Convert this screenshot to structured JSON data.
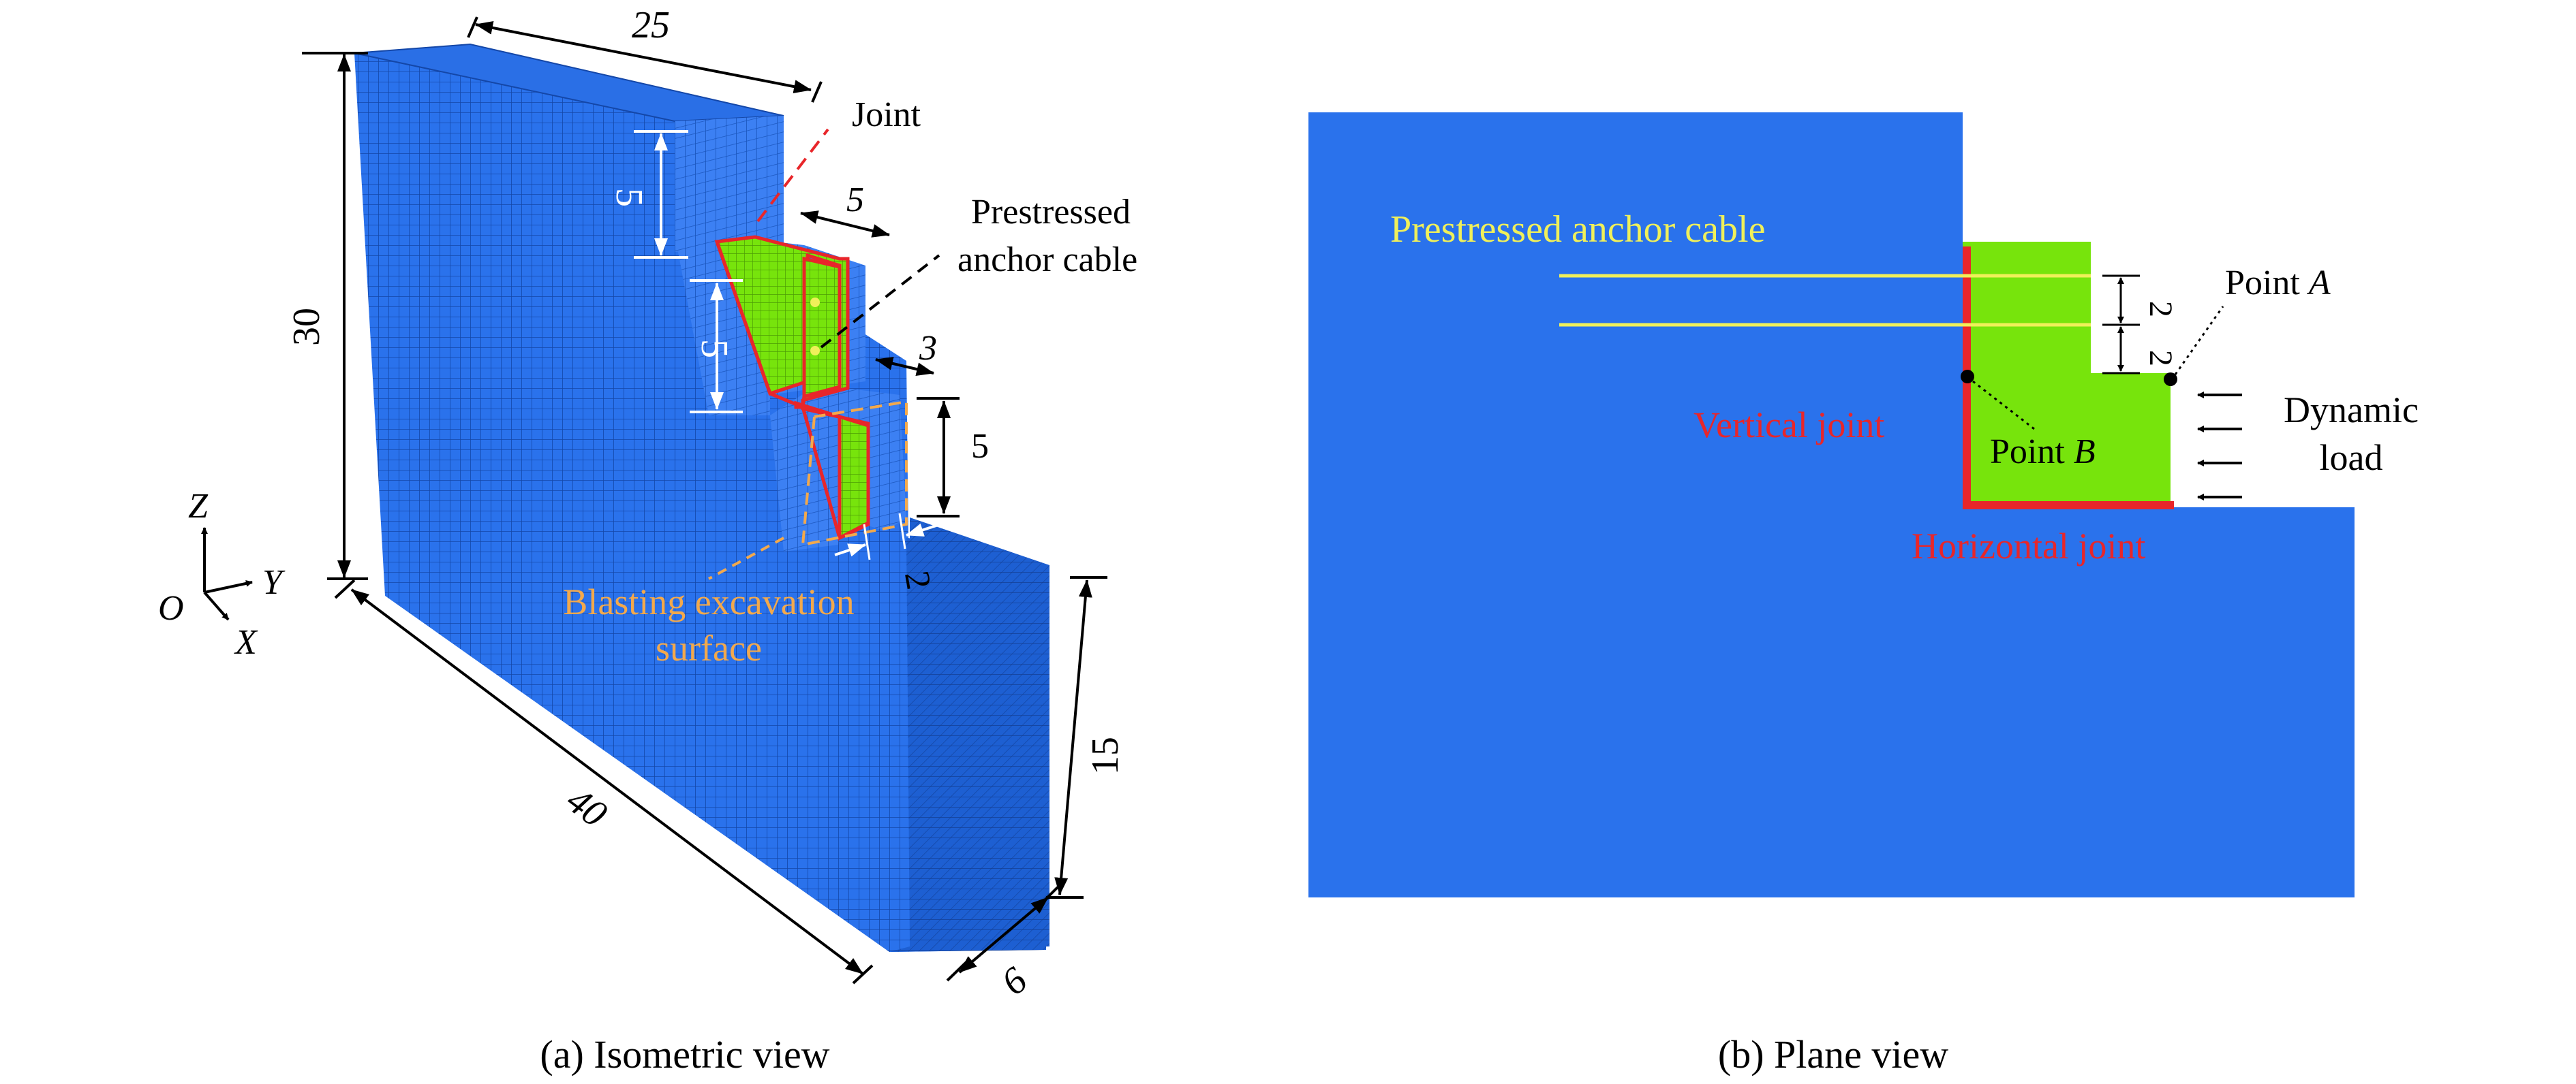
{
  "colors": {
    "rock": "#2a72ec",
    "rock_light": "#3d82f4",
    "rock_dark": "#1a58c6",
    "mesh_line": "#1447a8",
    "block": "#77e40c",
    "joint": "#e8262a",
    "cable": "#f0f05a",
    "excavation": "#f3a94c",
    "dim": "#000000",
    "dim_on_model": "#ffffff"
  },
  "isometric": {
    "caption": "(a) Isometric view",
    "dims": {
      "top": "25",
      "height": "30",
      "length": "40",
      "depth_front": "15",
      "thickness": "6",
      "step1": "5",
      "step2": "5",
      "bench1": "5",
      "bench2": "3",
      "step3": "5",
      "gap": "2"
    },
    "labels": {
      "joint": "Joint",
      "cable_line1": "Prestressed",
      "cable_line2": "anchor cable",
      "excavation_line1": "Blasting excavation",
      "excavation_line2": "surface"
    },
    "axes": {
      "z": "Z",
      "y": "Y",
      "x": "X",
      "o": "O"
    }
  },
  "plane": {
    "caption": "(b) Plane view",
    "labels": {
      "cable": "Prestressed anchor cable",
      "vertical_joint": "Vertical joint",
      "horizontal_joint": "Horizontal joint",
      "point_a_prefix": "Point ",
      "point_a_letter": "A",
      "point_b_prefix": "Point ",
      "point_b_letter": "B",
      "load_line1": "Dynamic",
      "load_line2": "load",
      "dim1": "2",
      "dim2": "2"
    }
  }
}
